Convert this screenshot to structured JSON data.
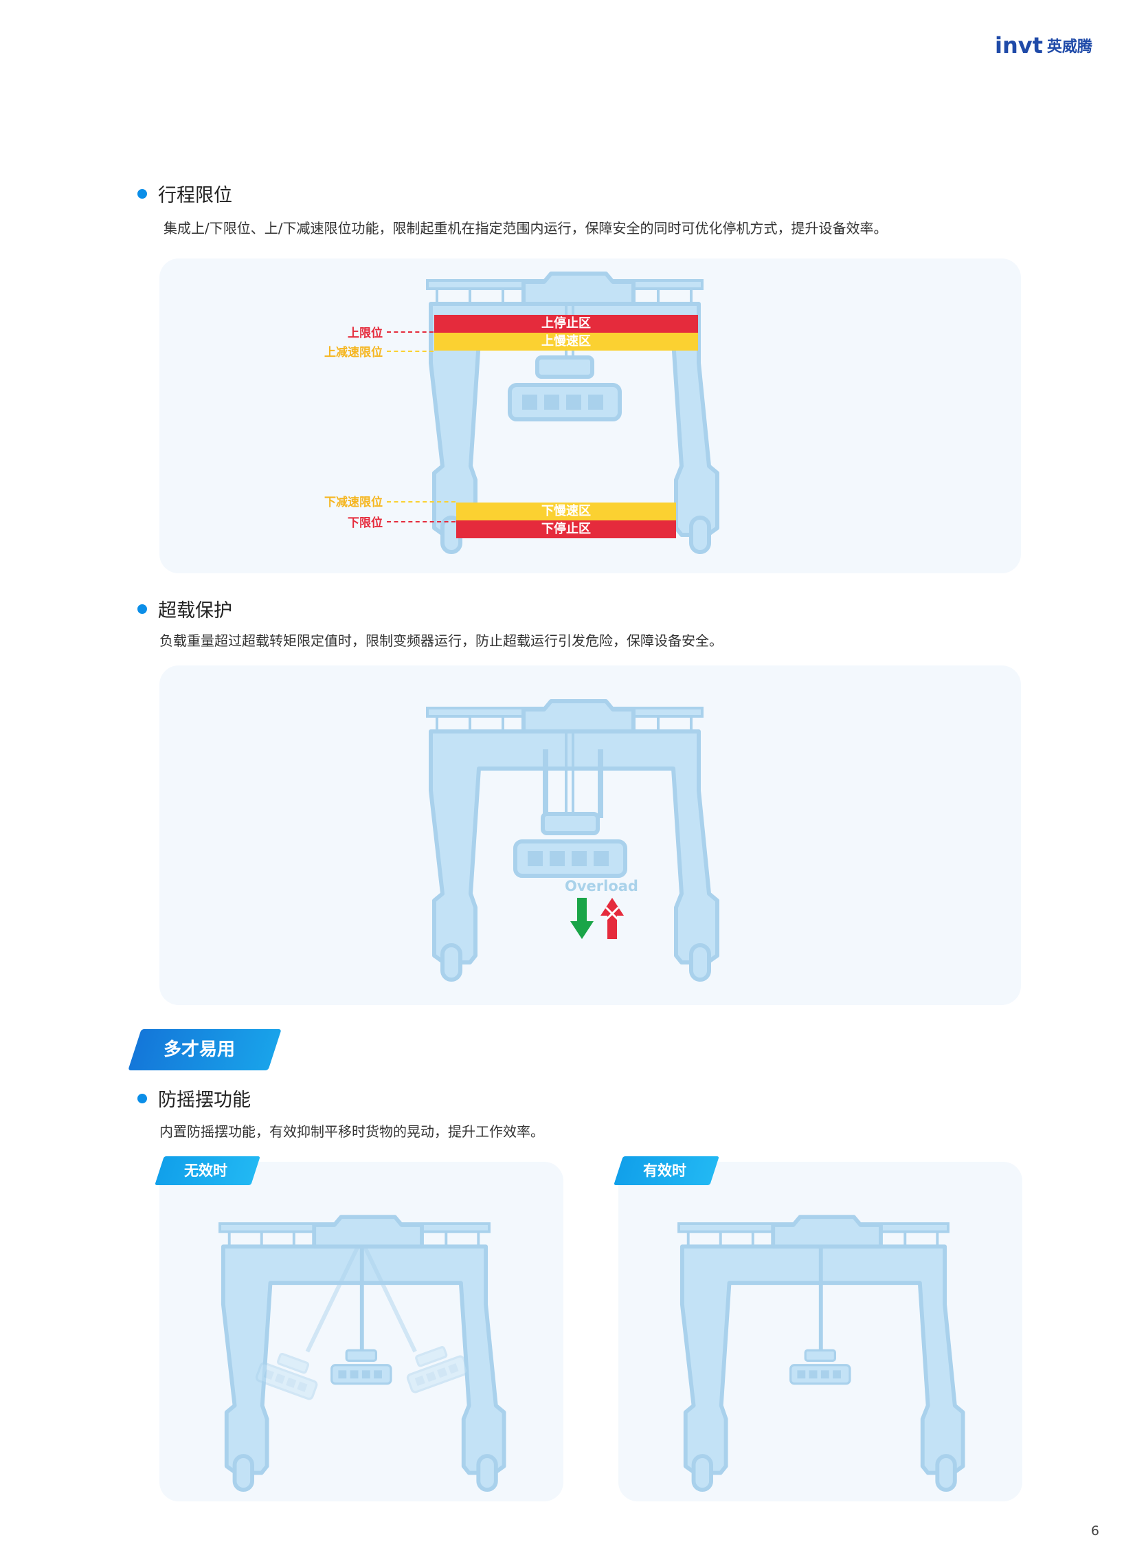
{
  "brand": {
    "mark": "invt",
    "name_cn": "英威腾"
  },
  "sections": {
    "travel_limit": {
      "title": "行程限位",
      "description": "集成上/下限位、上/下减速限位功能，限制起重机在指定范围内运行，保障安全的同时可优化停机方式，提升设备效率。",
      "zones": {
        "upper_stop": "上停止区",
        "upper_slow": "上慢速区",
        "lower_slow": "下慢速区",
        "lower_stop": "下停止区"
      },
      "limits": {
        "upper_limit": "上限位",
        "upper_decel": "上减速限位",
        "lower_decel": "下减速限位",
        "lower_limit": "下限位"
      }
    },
    "overload": {
      "title": "超载保护",
      "description": "负载重量超过超载转矩限定值时，限制变频器运行，防止超载运行引发危险，保障设备安全。",
      "label": "Overload"
    },
    "versatile_banner": "多才易用",
    "anti_sway": {
      "title": "防摇摆功能",
      "description": "内置防摇摆功能，有效抑制平移时货物的晃动，提升工作效率。",
      "tag_off": "无效时",
      "tag_on": "有效时"
    }
  },
  "page_number": "6",
  "colors": {
    "accent_blue": "#0b8ee8",
    "crane_fill": "#c3e2f6",
    "crane_stroke": "#a9d1ec",
    "stop_red": "#e52b3c",
    "slow_yellow": "#fbd131",
    "arrow_green": "#1aa548"
  }
}
